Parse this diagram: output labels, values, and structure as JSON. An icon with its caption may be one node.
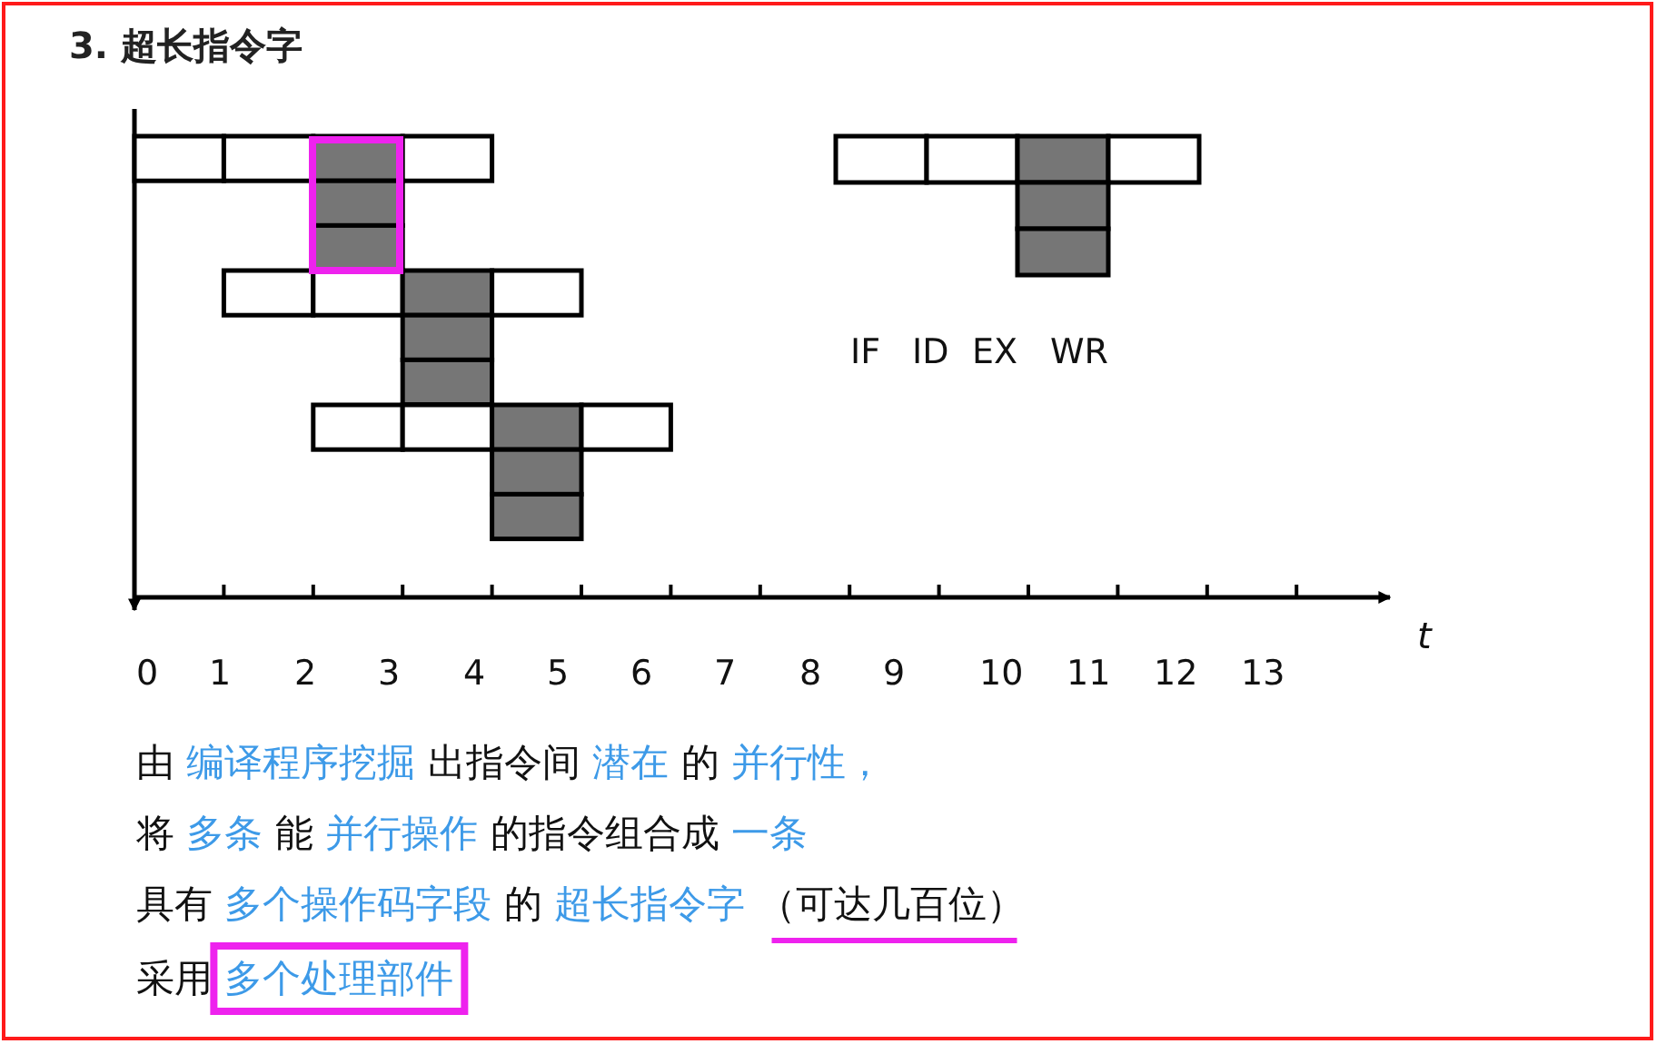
{
  "diagram": {
    "title": "3. 超长指令字",
    "labels": [
      "IF",
      "ID",
      "EX",
      "WR",
      "t",
      "0",
      "1",
      "2",
      "3",
      "4",
      "5",
      "6",
      "7",
      "8",
      "9",
      "10",
      "11",
      "12",
      "13",
      "由 编译程序挖掘 出指令间 潜在 的 并行性，",
      "将 多条 能 并行操作 的指令组合成 一条",
      "具有 多个操作码字段 的 超长指令字 （可达几百位）",
      "采用 多个处理部件"
    ]
  }
}
